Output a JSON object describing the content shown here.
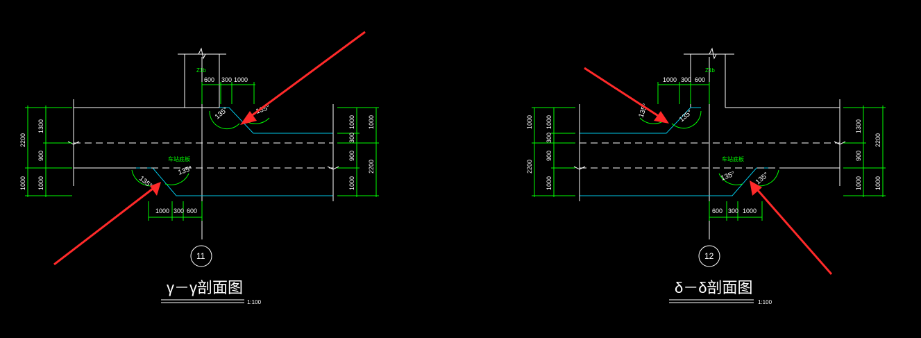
{
  "colors": {
    "background": "#000000",
    "lines": "#ffffff",
    "outline": "#00c8e8",
    "dimensions": "#00ff00",
    "arrows": "#ff2a2a"
  },
  "left": {
    "title": "γ－γ剖面图",
    "scale": "1:100",
    "axis_number": "11",
    "column_label": "Z1b",
    "center_note": "车站底板",
    "top_dims": [
      "600",
      "300",
      "1000"
    ],
    "bottom_dims": [
      "1000",
      "300",
      "600"
    ],
    "left_dims_outer": [
      "2200",
      "1000"
    ],
    "left_dims_inner": [
      "1300",
      "900",
      "1000"
    ],
    "right_dims_outer": [
      "1000",
      "2200"
    ],
    "right_dims_inner": [
      "1000",
      "300",
      "900",
      "1000"
    ],
    "angles": [
      "135°",
      "135°",
      "135°",
      "135°"
    ]
  },
  "right": {
    "title": "δ－δ剖面图",
    "scale": "1:100",
    "axis_number": "12",
    "column_label": "Z1b",
    "center_note": "车站底板",
    "top_dims": [
      "1000",
      "300",
      "600"
    ],
    "bottom_dims": [
      "600",
      "300",
      "1000"
    ],
    "left_dims_outer": [
      "1000",
      "2200"
    ],
    "left_dims_inner": [
      "1000",
      "300",
      "900",
      "1000"
    ],
    "right_dims_outer": [
      "2200",
      "1000"
    ],
    "right_dims_inner": [
      "1300",
      "900",
      "1000"
    ],
    "angles": [
      "135°",
      "135°",
      "135°",
      "135°"
    ]
  }
}
